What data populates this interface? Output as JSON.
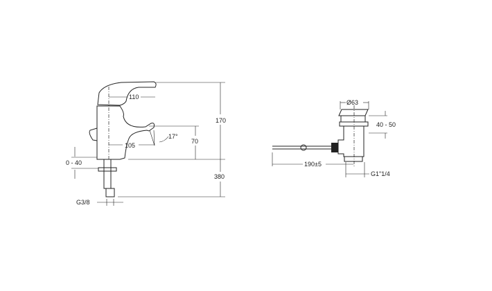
{
  "faucet": {
    "dim_spout_reach_upper": "110",
    "dim_spout_reach_lower": "105",
    "dim_angle": "17°",
    "dim_spout_height": "70",
    "dim_total_height": "170",
    "dim_below_deck": "380",
    "dim_deck_thickness": "0 - 40",
    "dim_connection": "G3/8"
  },
  "drain": {
    "dim_diameter": "Ø63",
    "dim_height": "40 - 50",
    "dim_rod_length": "190±5",
    "dim_thread": "G1\"1/4"
  }
}
